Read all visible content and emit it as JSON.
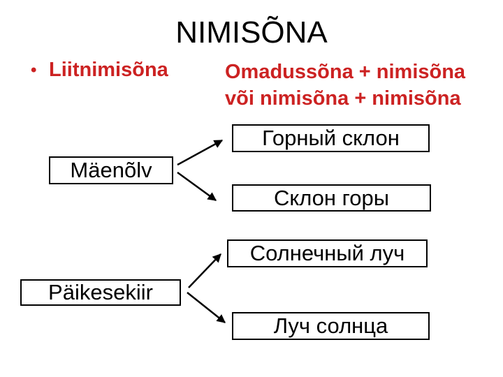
{
  "slide": {
    "title": "NIMISÕNA",
    "bullet_marker": "•",
    "bullet_label": "Liitnimisõna",
    "formula_line1": "Omadussõna + nimisõna",
    "formula_line2": "või nimisõna + nimisõna"
  },
  "boxes": {
    "maenolv": "Mäenõlv",
    "paikesekiir": "Päikesekiir",
    "gorny": "Горный склон",
    "sklon": "Склон горы",
    "solnechny": "Солнечный луч",
    "luch": "Луч солнца"
  },
  "diagram": {
    "connections": [
      {
        "from": "Mäenõlv",
        "to": "Горный склон"
      },
      {
        "from": "Mäenõlv",
        "to": "Склон горы"
      },
      {
        "from": "Päikesekiir",
        "to": "Солнечный луч"
      },
      {
        "from": "Päikesekiir",
        "to": "Луч солнца"
      }
    ]
  },
  "colors": {
    "accent_red": "#cc2222",
    "text_black": "#000000",
    "box_border": "#000000",
    "background": "#ffffff"
  }
}
